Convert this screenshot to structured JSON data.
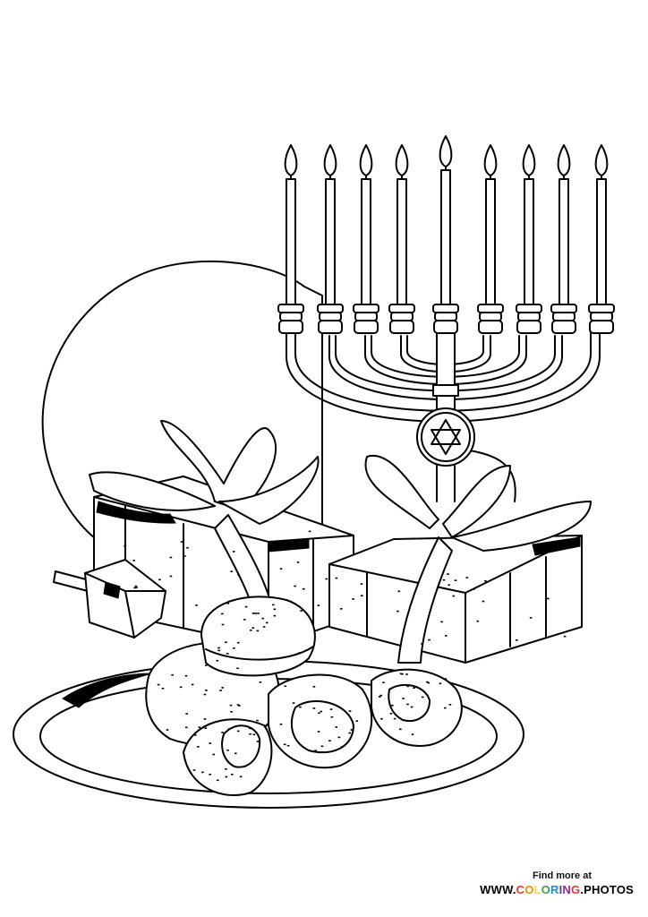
{
  "footer": {
    "find_more": "Find more at",
    "site_prefix": "WWW.",
    "site_colored": "COLORING",
    "site_suffix": ".PHOTOS"
  },
  "colors": {
    "line": "#000000",
    "background": "#ffffff",
    "site_prefix": "#111111",
    "site_suffix": "#111111",
    "site_colored_letters": [
      "#e53935",
      "#fb8c00",
      "#fdd835",
      "#43a047",
      "#1e88e5",
      "#3949ab",
      "#8e24aa",
      "#e53935"
    ]
  },
  "icons": {
    "menorah": "menorah-icon",
    "star": "star-of-david-icon",
    "dreidel": "dreidel-icon",
    "gifts": "gift-box-icon",
    "donuts": "sufganiyah-icon",
    "plate": "plate-icon",
    "moon": "moon-icon"
  }
}
